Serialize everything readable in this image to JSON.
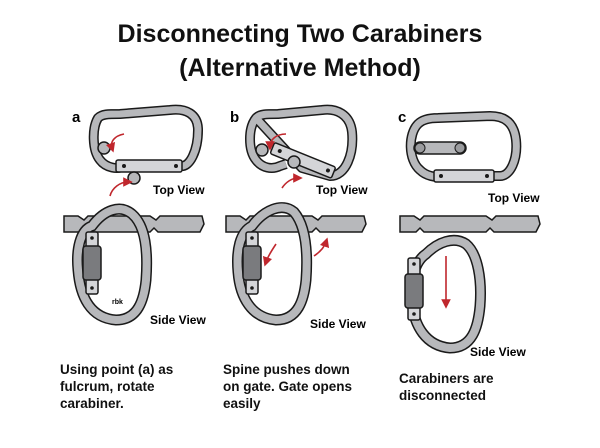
{
  "title": {
    "line1": "Disconnecting Two Carabiners",
    "line2": "(Alternative Method)"
  },
  "panels": {
    "a": {
      "letter": "a",
      "top_label": "Top View",
      "side_label": "Side View",
      "caption": "Using point (a) as\nfulcrum, rotate\ncarabiner.",
      "credit": "rbk"
    },
    "b": {
      "letter": "b",
      "top_label": "Top View",
      "side_label": "Side View",
      "caption": "Spine pushes down\non gate. Gate opens\neasily"
    },
    "c": {
      "letter": "c",
      "top_label": "Top View",
      "side_label": "Side View",
      "caption": "Carabiners are\ndisconnected"
    }
  },
  "colors": {
    "frame": "#b7b8bb",
    "frame_dark": "#8f9094",
    "outline": "#1a1a1a",
    "arrow": "#c0272d",
    "sleeve": "#7a7b7e"
  }
}
